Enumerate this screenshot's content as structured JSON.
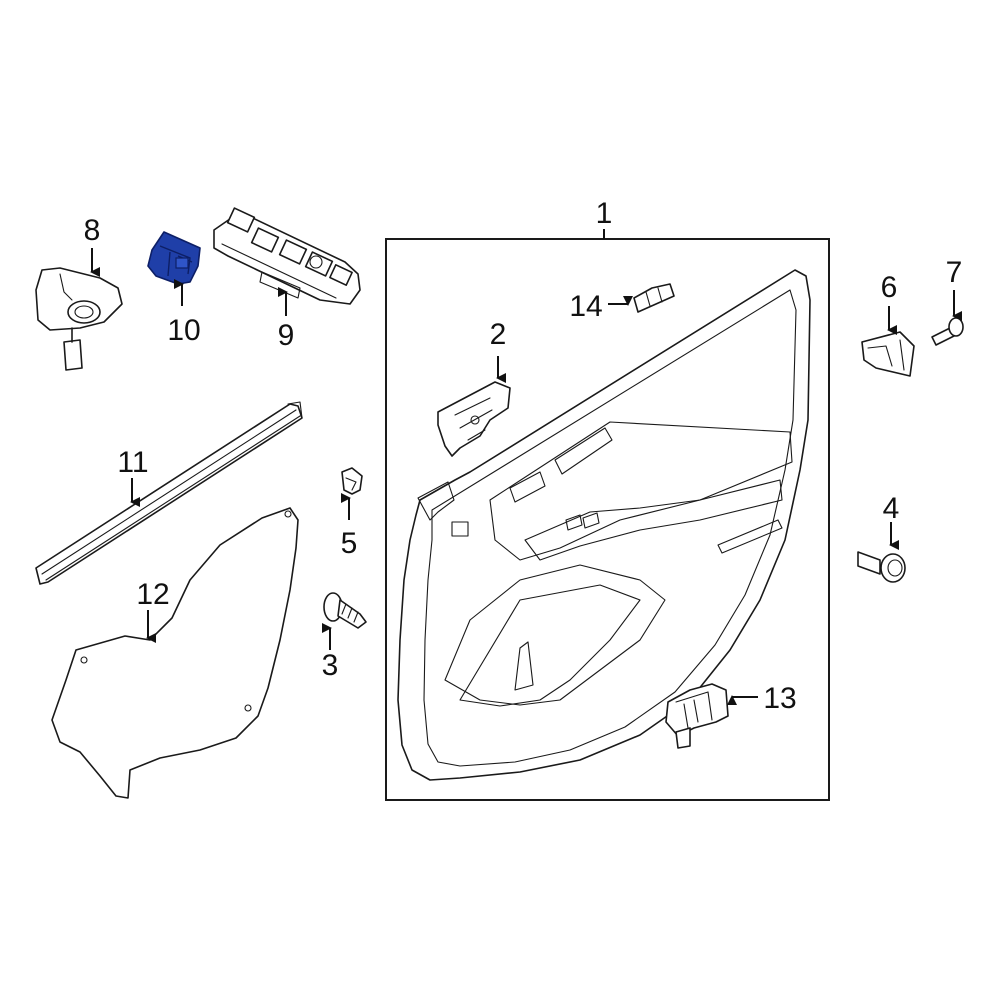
{
  "colors": {
    "line": "#1a1a1a",
    "highlight": "#1f3fa8",
    "highlight_dark": "#0d1f66",
    "background": "#ffffff"
  },
  "callouts": {
    "c1": "1",
    "c2": "2",
    "c3": "3",
    "c4": "4",
    "c5": "5",
    "c6": "6",
    "c7": "7",
    "c8": "8",
    "c9": "9",
    "c10": "10",
    "c11": "11",
    "c12": "12",
    "c13": "13",
    "c14": "14"
  },
  "highlighted_part": "10"
}
